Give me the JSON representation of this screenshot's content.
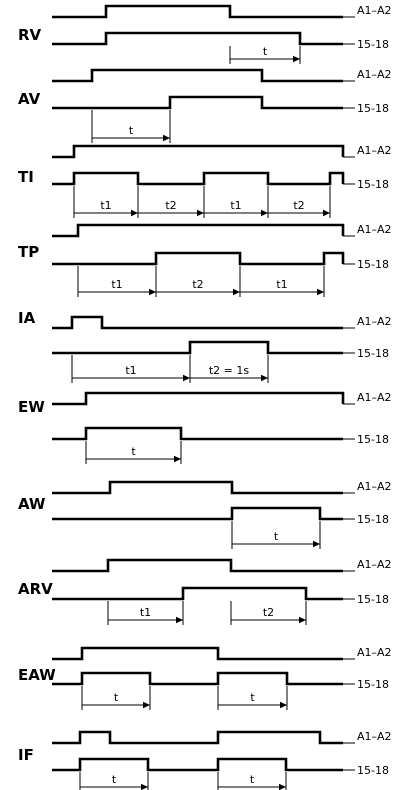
{
  "signals": {
    "relay": "A1–A2",
    "contact": "15-18"
  },
  "modes": [
    {
      "id": "rv",
      "name": "RV",
      "timings": [
        "t"
      ]
    },
    {
      "id": "av",
      "name": "AV",
      "timings": [
        "t"
      ]
    },
    {
      "id": "ti",
      "name": "TI",
      "timings": [
        "t1",
        "t2",
        "t1",
        "t2"
      ]
    },
    {
      "id": "tp",
      "name": "TP",
      "timings": [
        "t1",
        "t2",
        "t1"
      ]
    },
    {
      "id": "ia",
      "name": "IA",
      "timings": [
        "t1",
        "t2 = 1s"
      ]
    },
    {
      "id": "ew",
      "name": "EW",
      "timings": [
        "t"
      ]
    },
    {
      "id": "aw",
      "name": "AW",
      "timings": [
        "t"
      ]
    },
    {
      "id": "arv",
      "name": "ARV",
      "timings": [
        "t1",
        "t2"
      ]
    },
    {
      "id": "eaw",
      "name": "EAW",
      "timings": [
        "t",
        "t"
      ]
    },
    {
      "id": "if",
      "name": "IF",
      "timings": [
        "t",
        "t"
      ]
    }
  ]
}
